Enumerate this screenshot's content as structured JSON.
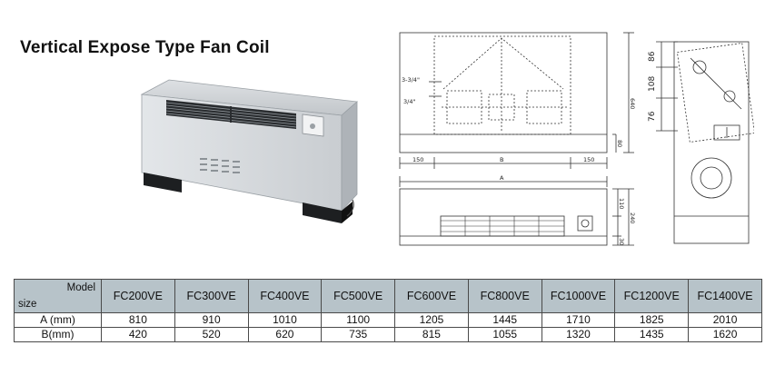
{
  "title": "Vertical Expose Type Fan Coil",
  "drawing": {
    "pipe_top": "3-3/4\"",
    "pipe_bottom": "3/4\"",
    "dim_150_left": "150",
    "dim_B": "B",
    "dim_150_right": "150",
    "dim_A": "A",
    "dim_640": "640",
    "dim_80": "80",
    "dim_110": "110",
    "dim_240": "240",
    "dim_30": "30",
    "dim_86": "86",
    "dim_108": "108",
    "dim_76": "76"
  },
  "table": {
    "header_model": "Model",
    "header_size": "size",
    "models": [
      "FC200VE",
      "FC300VE",
      "FC400VE",
      "FC500VE",
      "FC600VE",
      "FC800VE",
      "FC1000VE",
      "FC1200VE",
      "FC1400VE"
    ],
    "rows": [
      {
        "label": "A (mm)",
        "values": [
          "810",
          "910",
          "1010",
          "1100",
          "1205",
          "1445",
          "1710",
          "1825",
          "2010"
        ]
      },
      {
        "label": "B(mm)",
        "values": [
          "420",
          "520",
          "620",
          "735",
          "815",
          "1055",
          "1320",
          "1435",
          "1620"
        ]
      }
    ]
  }
}
